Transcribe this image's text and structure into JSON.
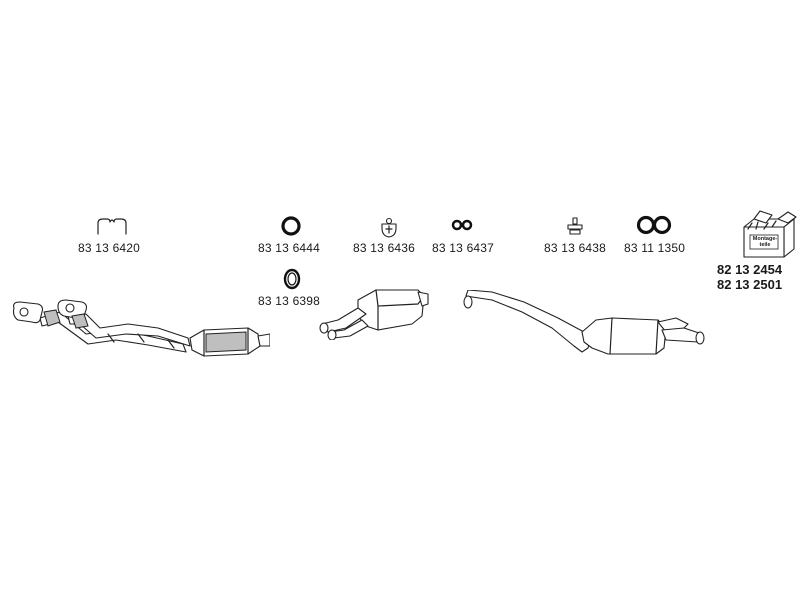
{
  "parts": [
    {
      "number": "83 13 6420",
      "icon": "clamp-u-icon"
    },
    {
      "number": "83 13 6444",
      "icon": "ring-gasket-icon"
    },
    {
      "number": "83 13 6436",
      "icon": "rubber-hanger-icon"
    },
    {
      "number": "83 13 6437",
      "icon": "double-hanger-icon"
    },
    {
      "number": "83 13 6438",
      "icon": "mount-bracket-icon"
    },
    {
      "number": "83 11 1350",
      "icon": "double-ring-icon"
    },
    {
      "number": "83 13 6398",
      "icon": "flange-gasket-icon"
    }
  ],
  "kit": {
    "label": "Montage-teile",
    "numbers": [
      "82 13 2454",
      "82 13 2501"
    ]
  },
  "components": [
    {
      "name": "front-pipe-with-catalytic-converter"
    },
    {
      "name": "center-silencer"
    },
    {
      "name": "rear-silencer"
    }
  ]
}
